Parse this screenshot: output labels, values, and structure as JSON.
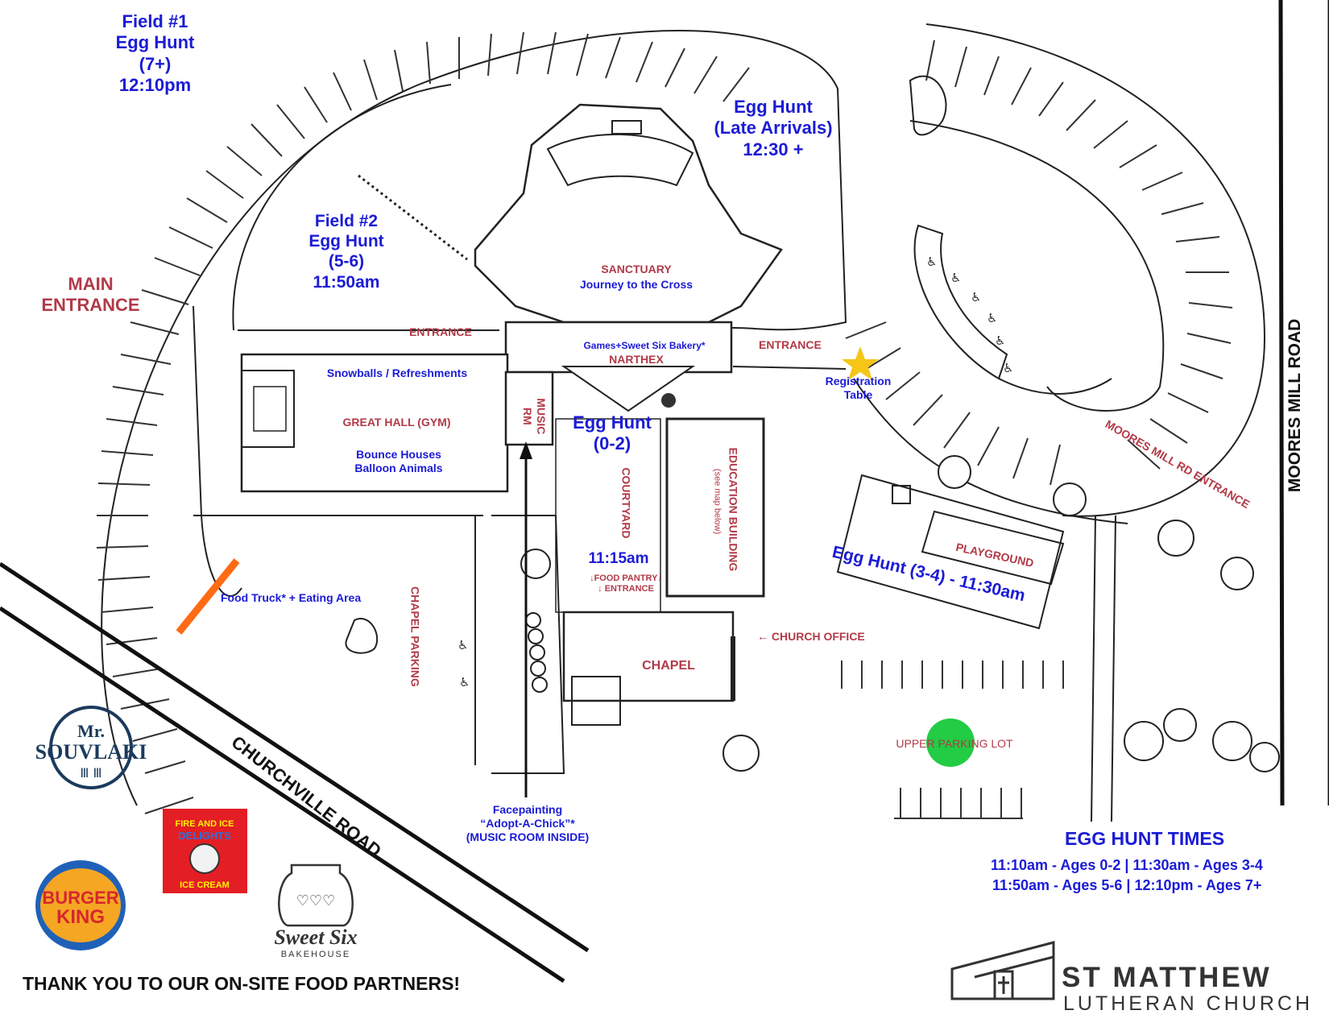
{
  "colors": {
    "label_blue": "#1b1bd6",
    "label_red": "#b23a48",
    "star": "#f5c518",
    "green_dot": "#22cc44",
    "orange_bar": "#ff6a14"
  },
  "field1": {
    "line1": "Field #1",
    "line2": "Egg Hunt",
    "line3": "(7+)",
    "line4": "12:10pm"
  },
  "main_entrance": {
    "line1": "MAIN",
    "line2": "ENTRANCE"
  },
  "late": {
    "line1": "Egg Hunt",
    "line2": "(Late Arrivals)",
    "line3": "12:30 +"
  },
  "field2": {
    "line1": "Field #2",
    "line2": "Egg Hunt",
    "line3": "(5-6)",
    "line4": "11:50am"
  },
  "sanctuary": {
    "name": "SANCTUARY",
    "sub": "Journey to the Cross"
  },
  "entrance_left": "ENTRANCE",
  "entrance_right": "ENTRANCE",
  "narthex": {
    "name": "NARTHEX",
    "sub": "Games+Sweet Six Bakery*"
  },
  "registration": {
    "line1": "Registration",
    "line2": "Table"
  },
  "great_hall": {
    "top": "Snowballs / Refreshments",
    "name": "GREAT HALL (GYM)",
    "line1": "Bounce Houses",
    "line2": "Balloon Animals"
  },
  "music_rm": {
    "line1": "MUSIC",
    "line2": "RM"
  },
  "courtyard": {
    "hunt1": "Egg Hunt",
    "hunt2": "(0-2)",
    "name": "COURTYARD",
    "time": "11:15am",
    "pantry1": "↓FOOD PANTRY↓",
    "pantry2": "↓  ENTRANCE"
  },
  "education": {
    "name": "EDUCATION BUILDING",
    "sub": "(see map below)"
  },
  "moores_entrance": "MOORES MILL RD ENTRANCE",
  "moores_road": "MOORES MILL ROAD",
  "playground": "PLAYGROUND",
  "hunt34": "Egg Hunt (3-4) - 11:30am",
  "church_office": "← CHURCH OFFICE",
  "chapel": "CHAPEL",
  "chapel_parking": "CHAPEL PARKING",
  "food_truck": "Food Truck* + Eating Area",
  "upper_lot": "UPPER PARKING LOT",
  "churchville": "CHURCHVILLE ROAD",
  "facepainting": {
    "line1": "Facepainting",
    "line2": "“Adopt-A-Chick”*",
    "line3": "(MUSIC ROOM INSIDE)"
  },
  "egg_times": {
    "title": "EGG HUNT TIMES",
    "row1": "11:10am - Ages 0-2  |  11:30am - Ages 3-4",
    "row2": "11:50am - Ages 5-6  |  12:10pm - Ages 7+"
  },
  "thanks": "THANK YOU TO OUR ON-SITE FOOD PARTNERS!",
  "logos": {
    "souvlaki1": "Mr.",
    "souvlaki2": "SOUVLAKI",
    "fire1": "FIRE AND ICE",
    "fire2": "DELIGHTS",
    "fire3": "ICE CREAM",
    "bk1": "BURGER",
    "bk2": "KING",
    "sweet1": "Sweet Six",
    "sweet2": "BAKEHOUSE"
  },
  "church": {
    "name": "ST MATTHEW",
    "sub": "LUTHERAN CHURCH"
  }
}
